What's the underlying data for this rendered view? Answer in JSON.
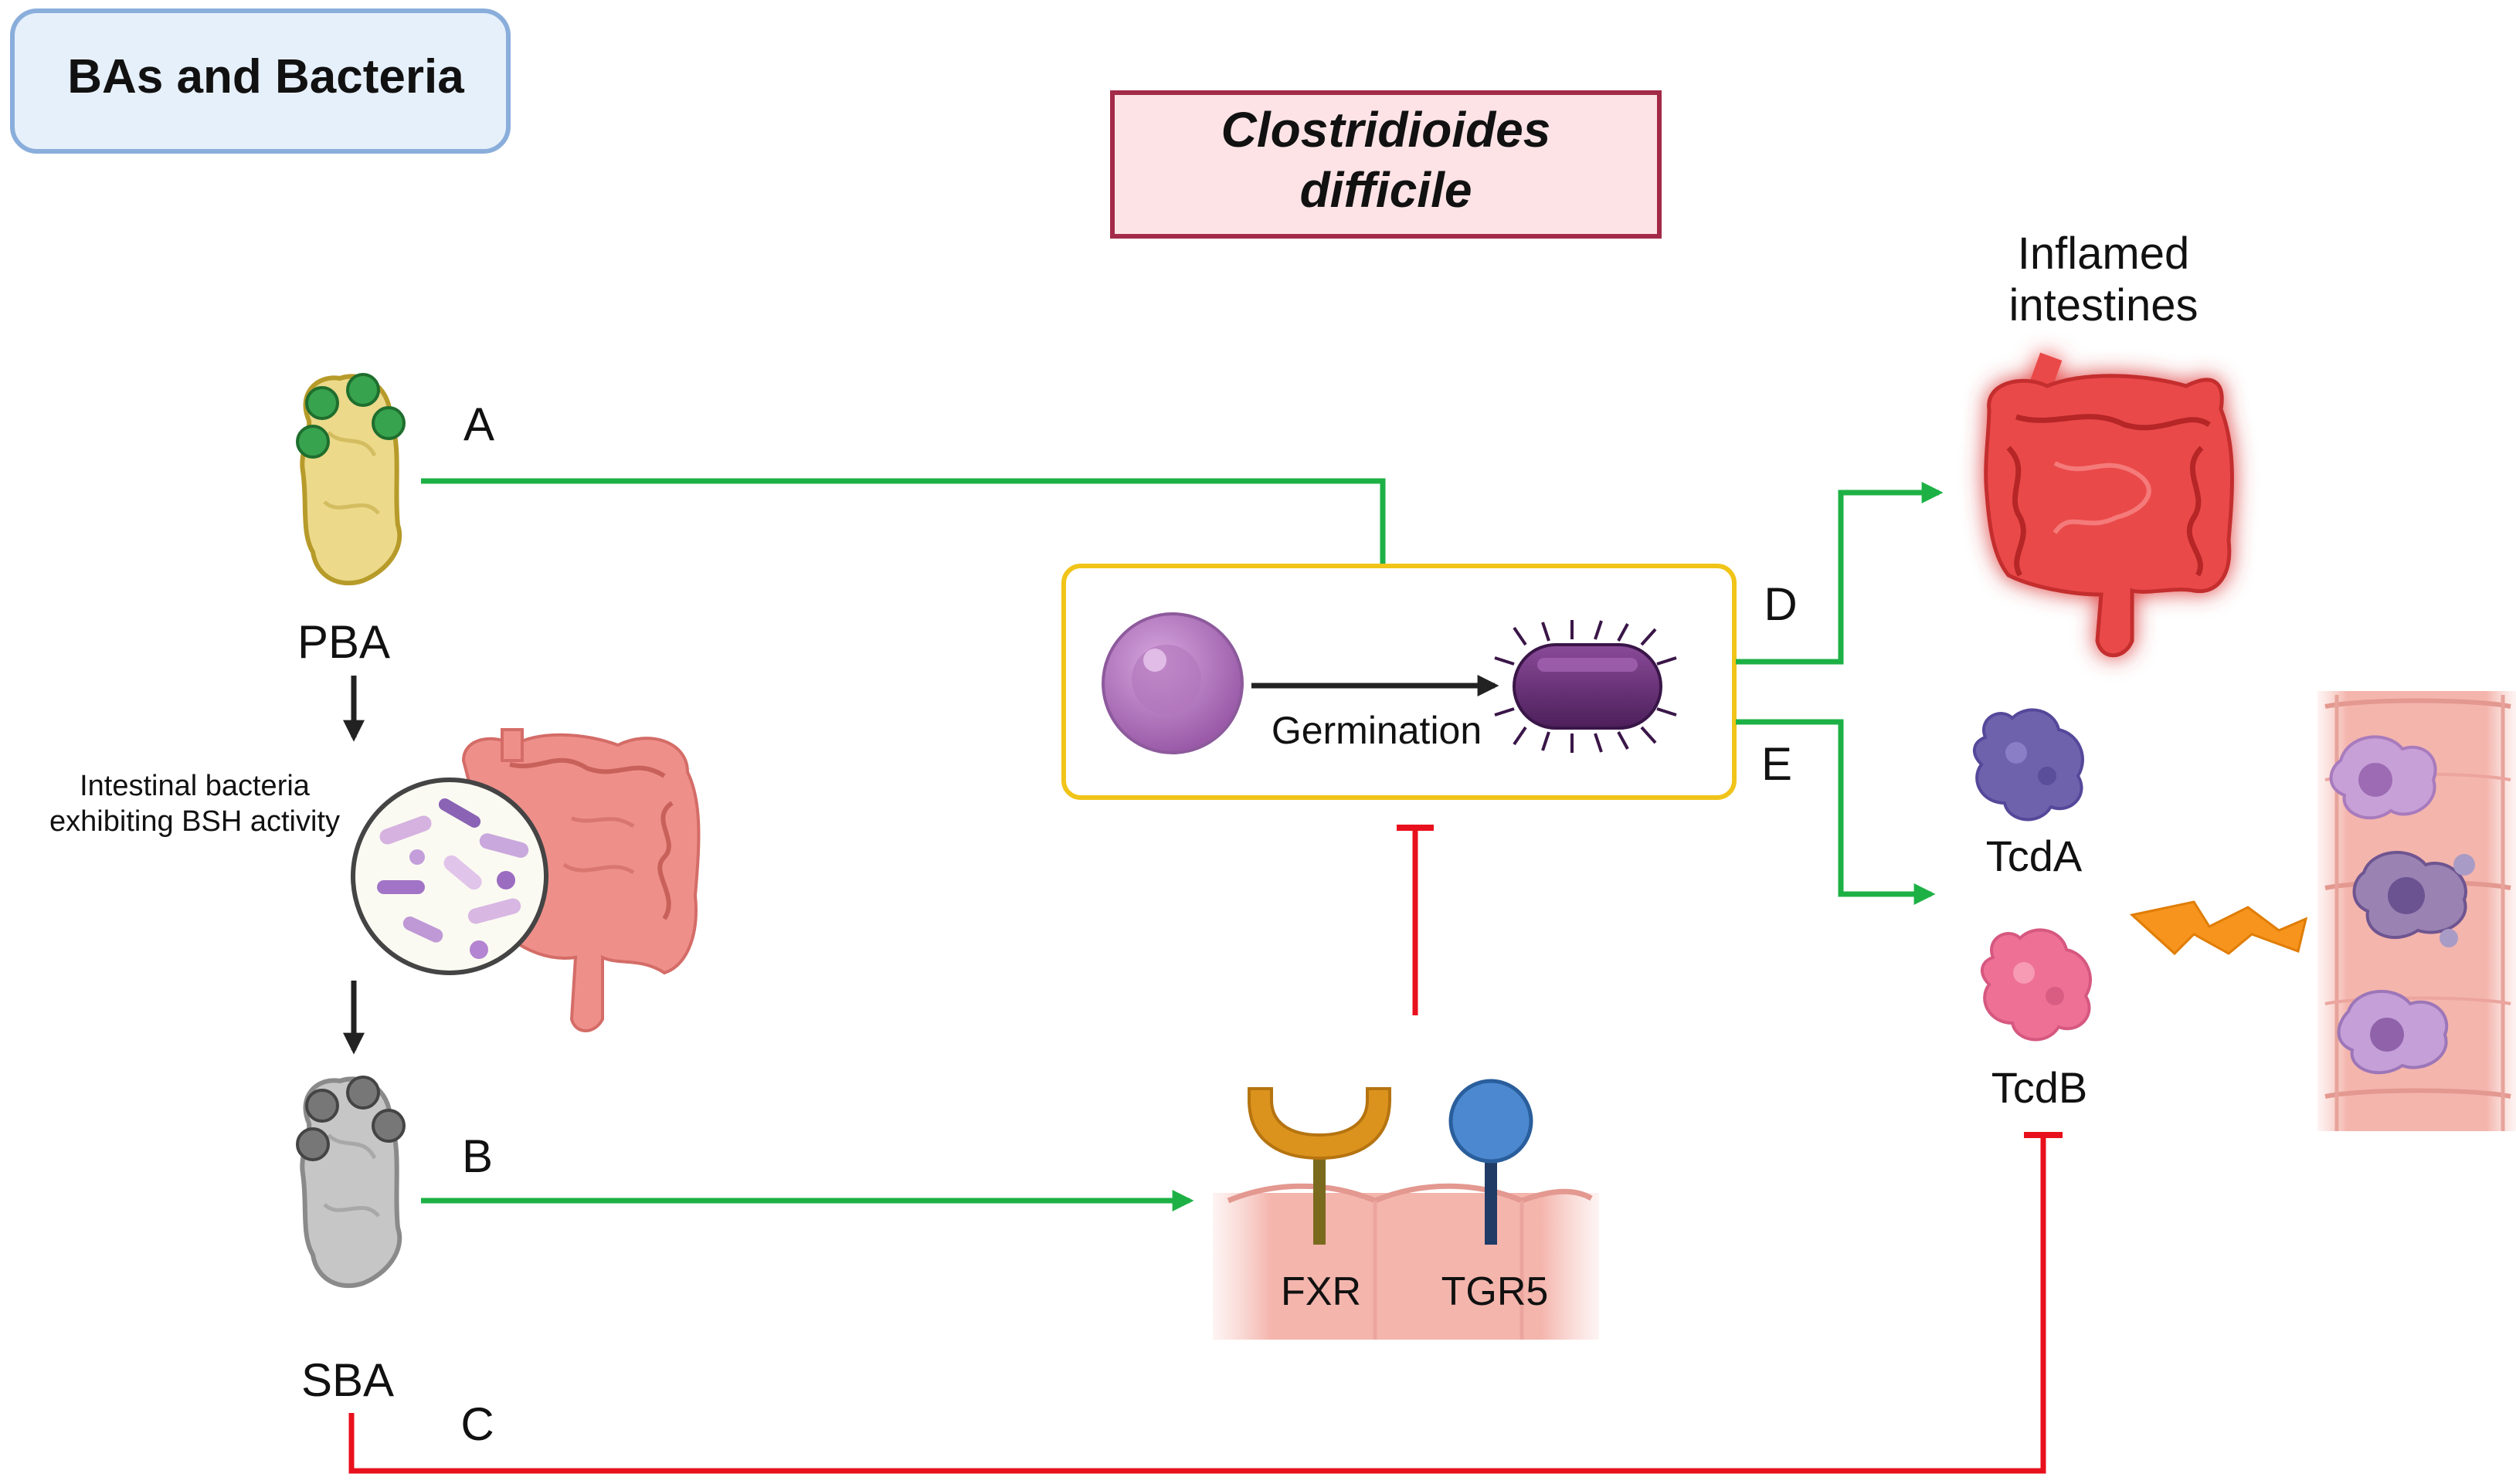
{
  "title": "BAs and Bacteria",
  "pathogen": {
    "line1": "Clostridioides",
    "line2": "difficile"
  },
  "nodes": {
    "pba": "PBA",
    "sba": "SBA",
    "bsh_line1": "Intestinal bacteria",
    "bsh_line2": "exhibiting BSH activity",
    "germination": "Germination",
    "inflamed_line1": "Inflamed",
    "inflamed_line2": "intestines",
    "tcda": "TcdA",
    "tcdb": "TcdB",
    "fxr": "FXR",
    "tgr5": "TGR5"
  },
  "pathways": {
    "a": "A",
    "b": "B",
    "c": "C",
    "d": "D",
    "e": "E"
  },
  "colors": {
    "activate": "#1db145",
    "inhibit": "#e8101c",
    "arrow": "#222222",
    "title_box_fill": "#e6f0fb",
    "title_box_border": "#8aaedb",
    "pathogen_box_fill": "#fde3e6",
    "pathogen_box_border": "#a32a48",
    "germination_border": "#f0c419",
    "pba_fill": "#ecd98a",
    "pba_bead": "#38a34e",
    "sba_fill": "#c6c6c6",
    "sba_bead": "#777777",
    "gut": "#ee8f8a",
    "inflamed_gut": "#ea4a4a",
    "tcda": "#6e62ad",
    "tcdb": "#ee7195",
    "fxr": "#dc931d",
    "tgr5": "#4b88d0"
  }
}
